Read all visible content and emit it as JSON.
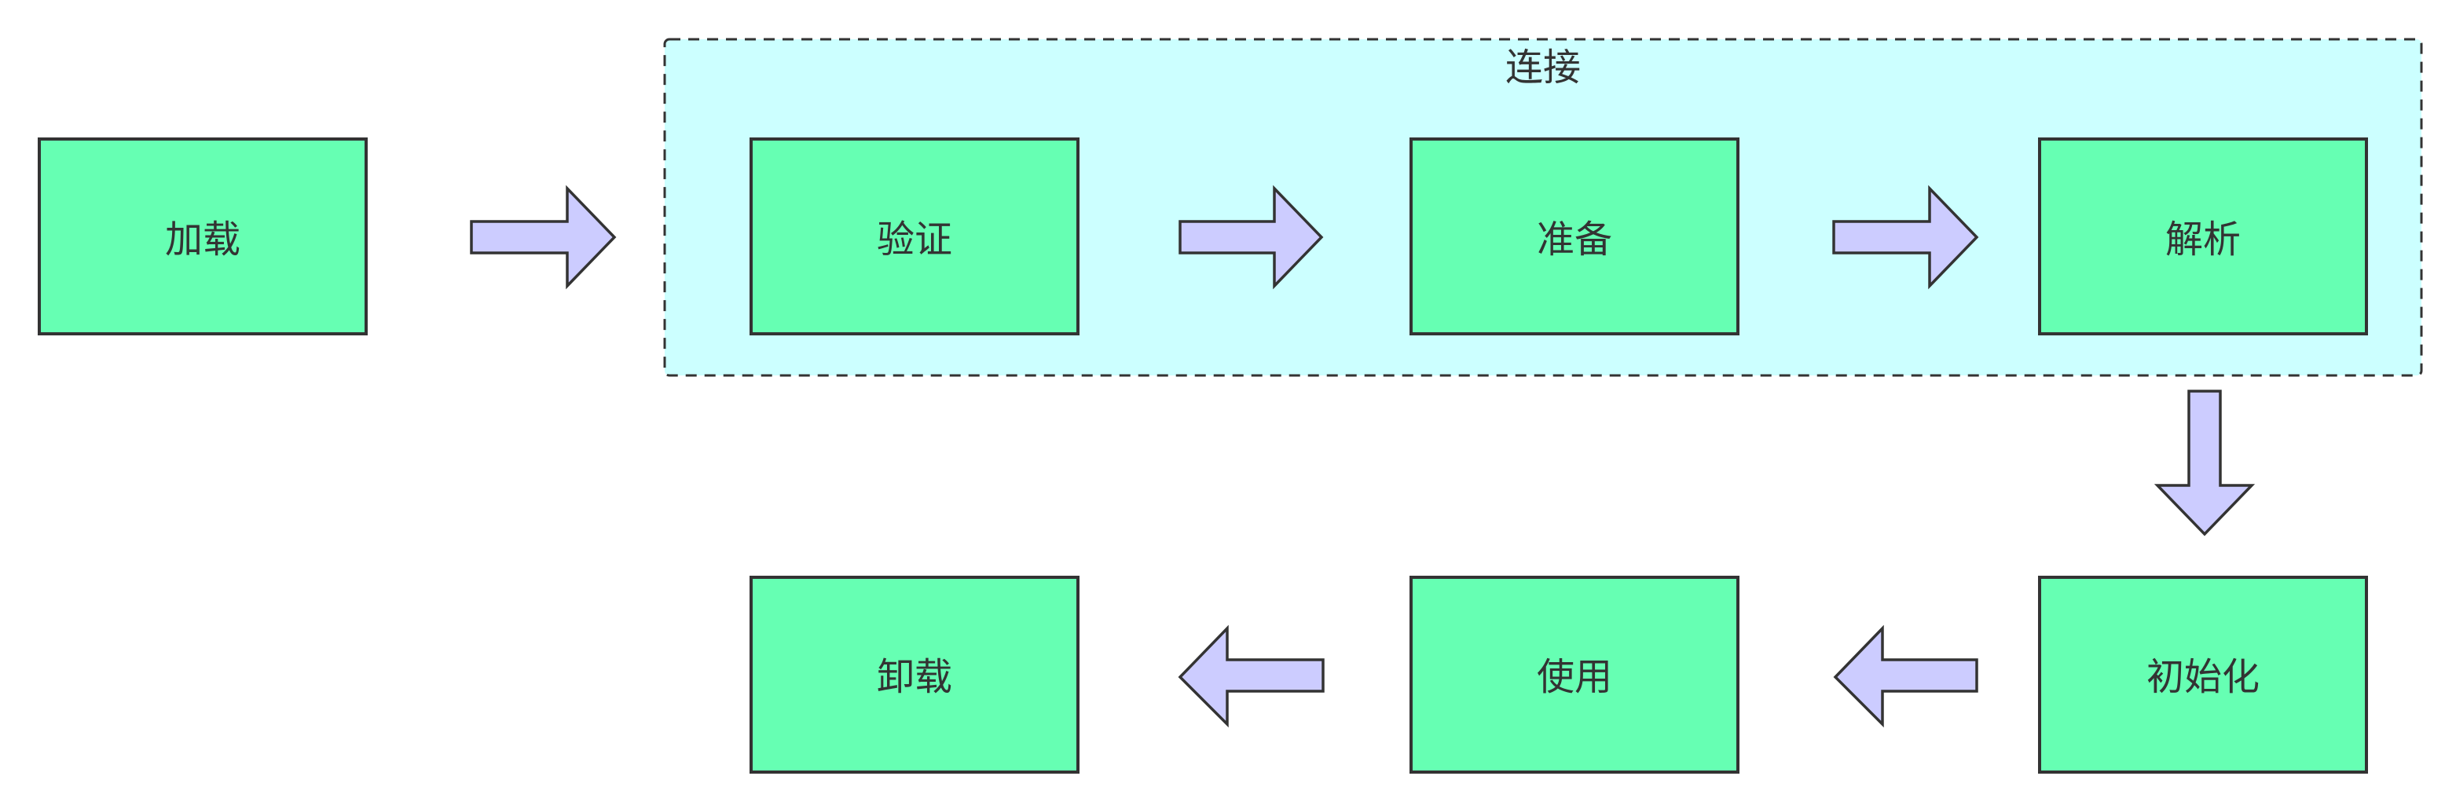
{
  "group": {
    "label": "连接",
    "fill": "#ccffff",
    "border": "#333333"
  },
  "nodes": {
    "load": "加载",
    "verify": "验证",
    "prepare": "准备",
    "resolve": "解析",
    "initialize": "初始化",
    "use": "使用",
    "unload": "卸载"
  },
  "edges": [
    {
      "from": "加载",
      "to": "验证"
    },
    {
      "from": "验证",
      "to": "准备"
    },
    {
      "from": "准备",
      "to": "解析"
    },
    {
      "from": "解析",
      "to": "初始化"
    },
    {
      "from": "初始化",
      "to": "使用"
    },
    {
      "from": "使用",
      "to": "卸载"
    }
  ],
  "colors": {
    "node_fill": "#66ffb3",
    "arrow_fill": "#ccccff",
    "stroke": "#333333"
  }
}
